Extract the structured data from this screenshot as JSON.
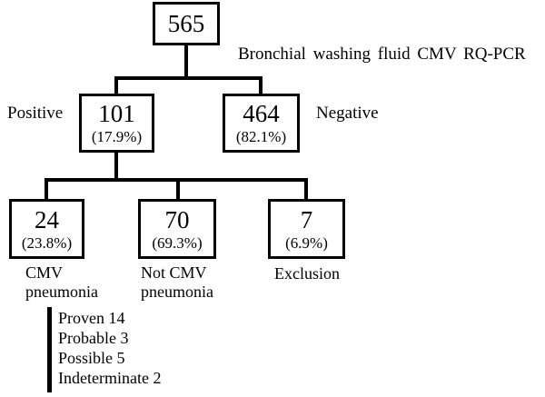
{
  "title": "Bronchial washing fluid CMV RQ-PCR",
  "colors": {
    "line": "#000000",
    "background": "#ffffff",
    "text": "#000000"
  },
  "nodes": {
    "total": {
      "value": "565"
    },
    "positive": {
      "value": "101",
      "percent": "(17.9%)",
      "side_label": "Positive"
    },
    "negative": {
      "value": "464",
      "percent": "(82.1%)",
      "side_label": "Negative"
    },
    "cmv_pneumonia": {
      "value": "24",
      "percent": "(23.8%)",
      "caption_line1": "CMV",
      "caption_line2": "pneumonia"
    },
    "not_cmv_pneumonia": {
      "value": "70",
      "percent": "(69.3%)",
      "caption_line1": "Not CMV",
      "caption_line2": "pneumonia"
    },
    "exclusion": {
      "value": "7",
      "percent": "(6.9%)",
      "caption": "Exclusion"
    }
  },
  "cmv_breakdown": {
    "items": [
      "Proven 14",
      "Probable 3",
      "Possible 5",
      "Indeterminate 2"
    ]
  }
}
